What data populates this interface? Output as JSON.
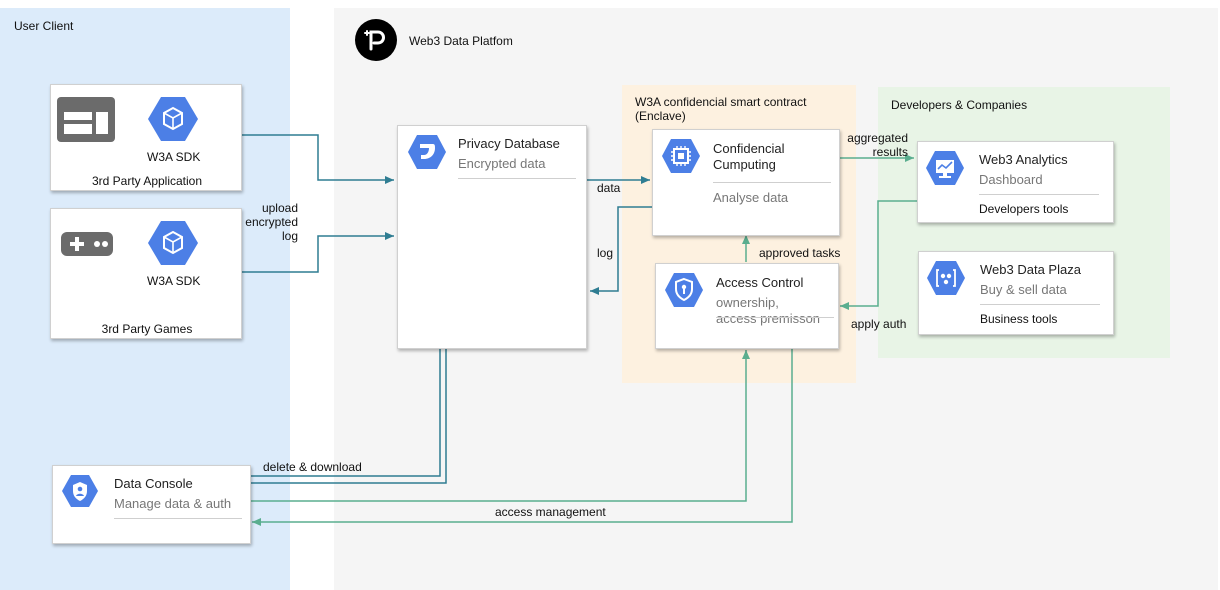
{
  "regions": {
    "user_client": "User Client",
    "platform": "Web3 Data Platfom",
    "enclave": "W3A confidencial smart contract\n(Enclave)",
    "developers": "Developers & Companies"
  },
  "nodes": {
    "app": {
      "sdk": "W3A SDK",
      "label": "3rd Party Application"
    },
    "games": {
      "sdk": "W3A SDK",
      "label": "3rd Party Games"
    },
    "console": {
      "title": "Data Console",
      "sub": "Manage data & auth"
    },
    "privacy_db": {
      "title": "Privacy Database",
      "sub": "Encrypted data"
    },
    "confidential": {
      "title": "Confidencial\nCumputing",
      "sub": "Analyse data"
    },
    "access": {
      "title": "Access Control",
      "sub": "ownership,\naccess premisson"
    },
    "analytics": {
      "title": "Web3 Analytics",
      "sub": "Dashboard",
      "tools": "Developers tools"
    },
    "plaza": {
      "title": "Web3 Data Plaza",
      "sub": "Buy & sell data",
      "tools": "Business tools"
    }
  },
  "edge_labels": {
    "upload": "upload\nencrypted\nlog",
    "data": "data",
    "log": "log",
    "aggregated": "aggregated\nresults",
    "approved": "approved tasks",
    "apply_auth": "apply auth",
    "delete_download": "delete & download",
    "access_mgmt": "access management"
  },
  "colors": {
    "user_region": "#dcebfa",
    "platform_region": "#f5f5f5",
    "enclave_region": "#fdf1e0",
    "dev_region": "#e8f4e6",
    "teal_edge": "#2f7d92",
    "green_edge": "#5aae8f",
    "icon_blue": "#4c7fe6"
  },
  "icons": {
    "sdk": "gcp-hexagon-cube-icon",
    "db": "gcp-hexagon-database-icon",
    "chip": "gcp-hexagon-chip-icon",
    "shield": "gcp-hexagon-shield-icon",
    "monitor": "gcp-hexagon-monitor-icon",
    "plaza": "gcp-hexagon-people-icon",
    "console": "gcp-hexagon-user-shield-icon",
    "app": "app-window-icon",
    "gamepad": "gamepad-icon",
    "logo": "platform-logo-icon"
  }
}
